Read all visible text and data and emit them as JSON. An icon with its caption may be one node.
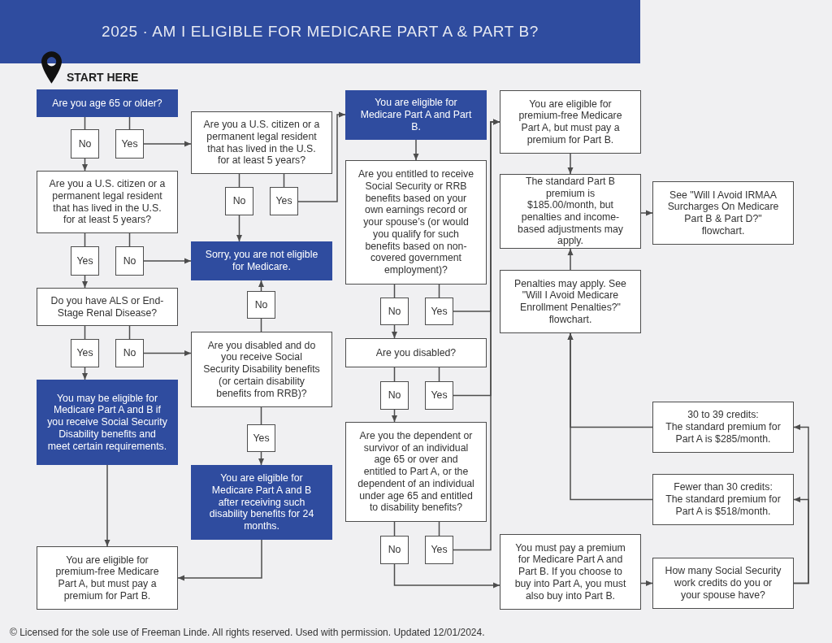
{
  "diagram": {
    "title": "2025 · AM I ELIGIBLE FOR MEDICARE PART A & PART B?",
    "caption": "© Licensed for the sole use of Freeman Linde. All rights reserved. Used with permission. Updated 12/01/2024.",
    "nodes": [
      {
        "text": [
          "Are you age 65 or older?"
        ],
        "beside": [
          "START HERE"
        ]
      },
      {
        "text": [
          "No"
        ]
      },
      {
        "text": [
          "Yes"
        ]
      },
      {
        "text": [
          "Are you a U.S. citizen or a permanent legal resident that has lived in the U.S. for at least 5 years?"
        ]
      },
      {
        "text": [
          "Yes"
        ]
      },
      {
        "text": [
          "No"
        ]
      },
      {
        "text": [
          "Do you have ALS or End-Stage Renal Disease?"
        ]
      },
      {
        "text": [
          "Yes"
        ]
      },
      {
        "text": [
          "No"
        ]
      },
      {
        "text": [
          "You may be eligible for Medicare Part A and B if you receive Social Security Disability benefits and meet certain requirements."
        ]
      },
      {
        "text": [
          "You are eligible for premium-free Medicare Part A, but must pay a premium for Part B."
        ]
      },
      {
        "text": [
          "Are you a U.S. citizen or a permanent legal resident that has lived in the U.S. for at least 5 years?"
        ]
      },
      {
        "text": [
          "No"
        ]
      },
      {
        "text": [
          "Yes"
        ]
      },
      {
        "text": [
          "Sorry, you are not eligible for Medicare."
        ]
      },
      {
        "text": [
          "No"
        ]
      },
      {
        "text": [
          "Are you disabled and do you receive Social Security Disability benefits (or certain disability benefits from RRB)?"
        ]
      },
      {
        "text": [
          "Yes"
        ]
      },
      {
        "text": [
          "You are eligible for Medicare Part A and B after receiving such disability benefits for 24 months."
        ]
      },
      {
        "text": [
          "You are eligible for Medicare Part A and Part B."
        ]
      },
      {
        "text": [
          "Are you entitled to receive Social Security or RRB benefits based on your own earnings record or your spouse’s (or would you qualify for such benefits based on non-covered government employment)?"
        ]
      },
      {
        "text": [
          "No"
        ]
      },
      {
        "text": [
          "Yes"
        ]
      },
      {
        "text": [
          "Are you disabled?"
        ]
      },
      {
        "text": [
          "No"
        ]
      },
      {
        "text": [
          "Yes"
        ]
      },
      {
        "text": [
          "Are you the dependent or survivor of an individual age 65 or over and entitled to Part A, or the dependent of an individual under age 65 and entitled to disability benefits?"
        ]
      },
      {
        "text": [
          "No"
        ]
      },
      {
        "text": [
          "Yes"
        ]
      },
      {
        "text": [
          "You are eligible for premium-free Medicare Part A, but must pay a premium for Part B."
        ]
      },
      {
        "text": [
          "The standard Part B premium is $185.00/month, but penalties and income-based adjustments may apply."
        ]
      },
      {
        "text": [
          "Penalties may apply. See \"Will I Avoid Medicare Enrollment Penalties?\" flowchart."
        ]
      },
      {
        "text": [
          "You must pay a premium for Medicare Part A and Part B. If you choose to buy into Part A, you must also buy into Part B."
        ]
      },
      {
        "text": [
          "See \"Will I Avoid IRMAA Surcharges On Medicare Part B & Part D?\" flowchart."
        ]
      },
      {
        "text": [
          "30 to 39 credits:",
          "The standard premium for Part A is $285/month."
        ]
      },
      {
        "text": [
          "Fewer than 30 credits:",
          "The standard premium for Part A is $518/month."
        ]
      },
      {
        "text": [
          "How many Social Security work credits do you or your spouse have?"
        ]
      }
    ],
    "edges": [
      {
        "from": 0,
        "to": 1,
        "arrow": "none"
      },
      {
        "from": 0,
        "to": 2,
        "arrow": "none"
      },
      {
        "from": 1,
        "to": 3,
        "arrow": "to"
      },
      {
        "from": 2,
        "to": 11,
        "arrow": "to"
      },
      {
        "from": 3,
        "to": 4,
        "arrow": "none"
      },
      {
        "from": 3,
        "to": 5,
        "arrow": "none"
      },
      {
        "from": 4,
        "to": 6,
        "arrow": "to"
      },
      {
        "from": 5,
        "to": 14,
        "arrow": "to"
      },
      {
        "from": 6,
        "to": 7,
        "arrow": "none"
      },
      {
        "from": 6,
        "to": 8,
        "arrow": "none"
      },
      {
        "from": 7,
        "to": 9,
        "arrow": "to"
      },
      {
        "from": 8,
        "to": 16,
        "arrow": "to"
      },
      {
        "from": 9,
        "to": 10,
        "arrow": "to"
      },
      {
        "from": 11,
        "to": 12,
        "arrow": "none"
      },
      {
        "from": 11,
        "to": 13,
        "arrow": "none"
      },
      {
        "from": 12,
        "to": 14,
        "arrow": "to"
      },
      {
        "from": 13,
        "to": 19,
        "arrow": "to"
      },
      {
        "from": 16,
        "to": 15,
        "arrow": "none"
      },
      {
        "from": 15,
        "to": 14,
        "arrow": "to"
      },
      {
        "from": 16,
        "to": 17,
        "arrow": "none"
      },
      {
        "from": 17,
        "to": 18,
        "arrow": "to"
      },
      {
        "from": 18,
        "to": 10,
        "arrow": "to"
      },
      {
        "from": 19,
        "to": 20,
        "arrow": "to"
      },
      {
        "from": 20,
        "to": 21,
        "arrow": "none"
      },
      {
        "from": 20,
        "to": 22,
        "arrow": "none"
      },
      {
        "from": 21,
        "to": 23,
        "arrow": "to"
      },
      {
        "from": 22,
        "to": 29,
        "arrow": "to"
      },
      {
        "from": 23,
        "to": 24,
        "arrow": "none"
      },
      {
        "from": 23,
        "to": 25,
        "arrow": "none"
      },
      {
        "from": 25,
        "to": 29,
        "arrow": "to"
      },
      {
        "from": 24,
        "to": 26,
        "arrow": "to"
      },
      {
        "from": 26,
        "to": 27,
        "arrow": "none"
      },
      {
        "from": 26,
        "to": 28,
        "arrow": "none"
      },
      {
        "from": 28,
        "to": 29,
        "arrow": "to"
      },
      {
        "from": 27,
        "to": 32,
        "arrow": "to"
      },
      {
        "from": 29,
        "to": 30,
        "arrow": "to"
      },
      {
        "from": 30,
        "to": 33,
        "arrow": "to"
      },
      {
        "from": 31,
        "to": 30,
        "arrow": "to"
      },
      {
        "from": 34,
        "to": 31,
        "arrow": "to"
      },
      {
        "from": 35,
        "to": 31,
        "arrow": "to"
      },
      {
        "from": 32,
        "to": 36,
        "arrow": "to"
      },
      {
        "from": 36,
        "to": 34,
        "arrow": "to"
      },
      {
        "from": 36,
        "to": 35,
        "arrow": "to"
      }
    ]
  }
}
